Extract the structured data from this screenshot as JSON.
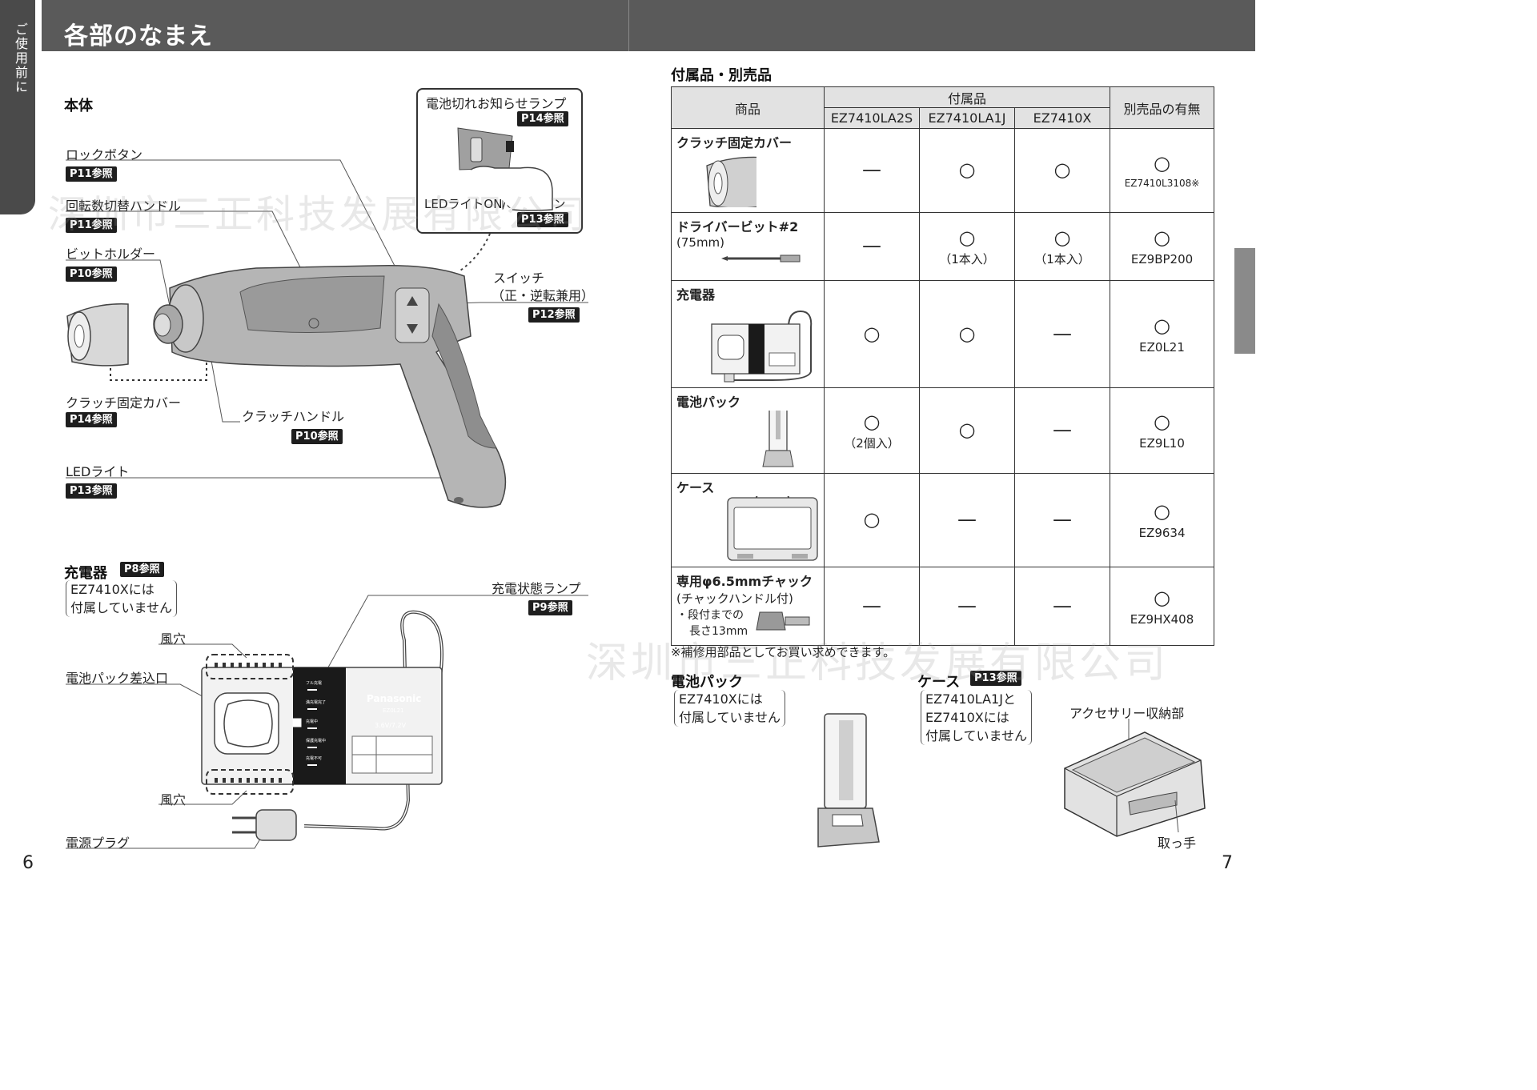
{
  "header": {
    "title": "各部のなまえ",
    "side_tab": "ご使用前に"
  },
  "page_numbers": {
    "left": "6",
    "right": "7"
  },
  "body_section": {
    "title": "本体",
    "inset": {
      "label": "電池切れお知らせランプ",
      "ref": "P14参照",
      "led_label": "LEDライトON/OFFボタン",
      "led_ref": "P13参照"
    },
    "parts": [
      {
        "label": "ロックボタン",
        "ref": "P11参照"
      },
      {
        "label": "回転数切替ハンドル",
        "ref": "P11参照"
      },
      {
        "label": "ビットホルダー",
        "ref": "P10参照"
      },
      {
        "label": "クラッチ固定カバー",
        "ref": "P14参照"
      },
      {
        "label": "クラッチハンドル",
        "ref": "P10参照"
      },
      {
        "label": "LEDライト",
        "ref": "P13参照"
      },
      {
        "label": "スイッチ",
        "sub": "（正・逆転兼用）",
        "ref": "P12参照"
      }
    ]
  },
  "charger_section": {
    "title": "充電器",
    "ref": "P8参照",
    "note_lines": [
      "EZ7410Xには",
      "付属していません"
    ],
    "labels": {
      "vent_top": "風穴",
      "slot": "電池パック差込口",
      "vent_bottom": "風穴",
      "plug": "電源プラグ",
      "lamp": "充電状態ランプ",
      "lamp_ref": "P9参照"
    },
    "device": {
      "brand": "Panasonic",
      "model": "EZ0L21",
      "voltage": "3.6V/7.2V",
      "status_lines": [
        "フル充電",
        "満充電完了",
        "充電中",
        "保護充電中",
        "充電不可"
      ]
    }
  },
  "accessories": {
    "title": "付属品・別売品",
    "headers": {
      "product": "商品",
      "included": "付属品",
      "models": [
        "EZ7410LA2S",
        "EZ7410LA1J",
        "EZ7410X"
      ],
      "optional": "別売品の有無"
    },
    "rows": [
      {
        "name": "クラッチ固定カバー",
        "sub": "",
        "cells": [
          "—",
          "○",
          "○"
        ],
        "qty": [
          "",
          "",
          ""
        ],
        "opt": "○",
        "opt_id": "EZ7410L3108※"
      },
      {
        "name": "ドライバービット#2",
        "sub": "(75mm)",
        "cells": [
          "—",
          "○",
          "○"
        ],
        "qty": [
          "",
          "（1本入）",
          "（1本入）"
        ],
        "opt": "○",
        "opt_id": "EZ9BP200"
      },
      {
        "name": "充電器",
        "sub": "",
        "cells": [
          "○",
          "○",
          "—"
        ],
        "qty": [
          "",
          "",
          ""
        ],
        "opt": "○",
        "opt_id": "EZ0L21"
      },
      {
        "name": "電池パック",
        "sub": "",
        "cells": [
          "○",
          "○",
          "—"
        ],
        "qty": [
          "（2個入）",
          "",
          ""
        ],
        "opt": "○",
        "opt_id": "EZ9L10"
      },
      {
        "name": "ケース",
        "sub": "",
        "cells": [
          "○",
          "—",
          "—"
        ],
        "qty": [
          "",
          "",
          ""
        ],
        "opt": "○",
        "opt_id": "EZ9634"
      },
      {
        "name": "専用φ6.5mmチャック",
        "sub": "(チャックハンドル付)",
        "sub2": "・段付までの",
        "sub3": "長さ13mm",
        "cells": [
          "—",
          "—",
          "—"
        ],
        "qty": [
          "",
          "",
          ""
        ],
        "opt": "○",
        "opt_id": "EZ9HX408"
      }
    ],
    "footnote": "※補修用部品としてお買い求めできます。"
  },
  "battery_section": {
    "title": "電池パック",
    "note_lines": [
      "EZ7410Xには",
      "付属していません"
    ]
  },
  "case_section": {
    "title": "ケース",
    "ref": "P13参照",
    "note_lines": [
      "EZ7410LA1Jと",
      "EZ7410Xには",
      "付属していません"
    ],
    "storage_label": "アクセサリー収納部",
    "handle_label": "取っ手"
  },
  "watermark": "深圳市三正科技发展有限公司"
}
